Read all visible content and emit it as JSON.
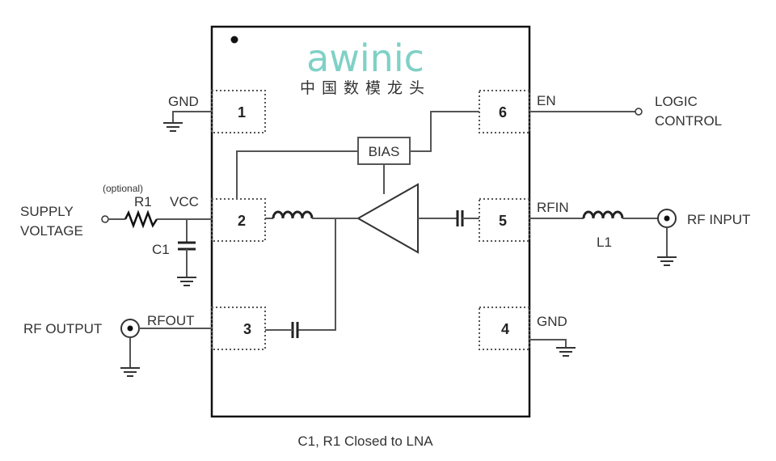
{
  "logo": {
    "brand": "awinic",
    "tagline": "中国数模龙头",
    "color": "#7fd1c6"
  },
  "pins": {
    "p1": "1",
    "p2": "2",
    "p3": "3",
    "p4": "4",
    "p5": "5",
    "p6": "6"
  },
  "blocks": {
    "bias": "BIAS"
  },
  "labels": {
    "gnd_top": "GND",
    "gnd_bottom": "GND",
    "en": "EN",
    "logic": "LOGIC",
    "control": "CONTROL",
    "rfin": "RFIN",
    "rf_input": "RF INPUT",
    "l1": "L1",
    "supply": "SUPPLY",
    "voltage": "VOLTAGE",
    "optional": "(optional)",
    "r1": "R1",
    "vcc": "VCC",
    "c1": "C1",
    "rf_output": "RF OUTPUT",
    "rfout": "RFOUT"
  },
  "caption": "C1, R1 Closed to LNA"
}
